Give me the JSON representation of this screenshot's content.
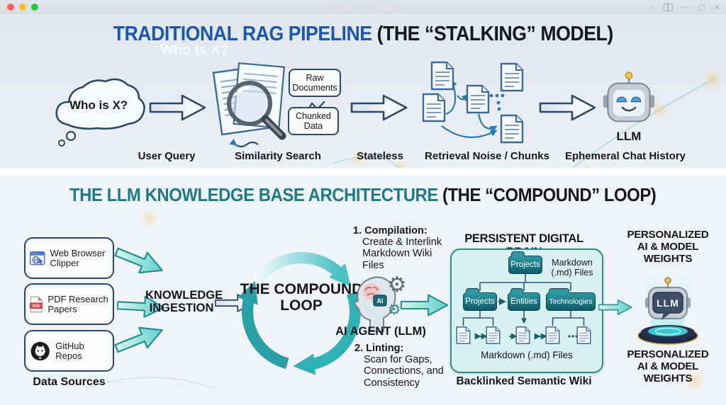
{
  "window": {
    "title": "Obsidian - Workspace"
  },
  "icons": {
    "edit": "✎",
    "split_columns": "◫",
    "more_vertical": "⋮",
    "gear": "⚙",
    "minimize": "—",
    "maximize": "▢",
    "close": "✕"
  },
  "ghost": {
    "note_heading": "Who is X?",
    "tree_item": "Who is X?"
  },
  "rag": {
    "title_colored": "TRADITIONAL RAG PIPELINE",
    "title_rest": " (THE “STALKING” MODEL)",
    "user_query_bubble": "Who is X?",
    "raw_documents": "Raw Documents",
    "chunked_data": "Chunked Data",
    "llm": "LLM",
    "labels": {
      "user_query": "User Query",
      "similarity_search": "Similarity Search",
      "stateless": "Stateless",
      "retrieval_noise": "Retrieval Noise / Chunks",
      "ephemeral": "Ephemeral Chat History"
    }
  },
  "kb": {
    "title_colored": "THE LLM KNOWLEDGE BASE ARCHITECTURE",
    "title_rest": " (THE “COMPOUND” LOOP)",
    "sources": {
      "web": "Web Browser Clipper",
      "pdf": "PDF Research Papers",
      "pdf_badge": "PDF",
      "github": "GitHub Repos",
      "caption": "Data Sources"
    },
    "ingestion": "KNOWLEDGE INGESTION",
    "loop": "THE COMPOUND LOOP",
    "compilation_heading": "1. Compilation:",
    "compilation_body": "Create & Interlink Markdown Wiki Files",
    "agent_chip": "AI",
    "agent_label": "AI AGENT (LLM)",
    "linting_heading": "2. Linting:",
    "linting_body": "Scan for Gaps, Connections, and Consistency",
    "brain": {
      "title": "PERSISTENT DIGITAL BRAIN",
      "root_folder": "Projects",
      "md_note_top": "Markdown (.md) Files",
      "folder_projects": "Projects",
      "folder_entities": "Entities",
      "folder_technologies": "Technologies",
      "md_note_bottom": "Markdown (.md) Files",
      "caption": "Backlinked Semantic Wiki"
    },
    "personalized_top": "PERSONALIZED AI & MODEL WEIGHTS",
    "personalized_bottom": "PERSONALIZED AI & MODEL WEIGHTS",
    "robot_screen": "LLM"
  },
  "colors": {
    "rag_title_blue": "#1a56b4",
    "kb_title_teal": "#1d7a8a",
    "arrow_outline_navy": "#2a4a6b",
    "teal_arrow": "#2aa8ac",
    "folder_teal": "#1d6f80",
    "brain_box_bg": "#d9f1f0"
  }
}
